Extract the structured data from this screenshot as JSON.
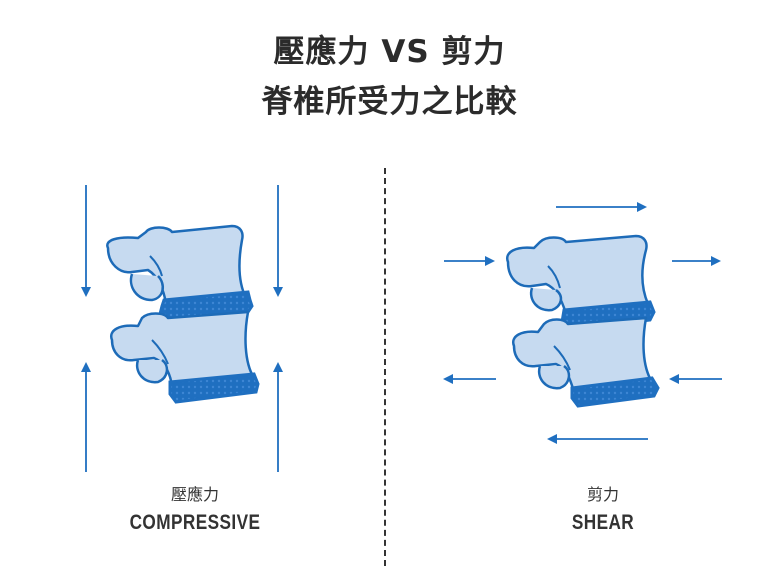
{
  "title": {
    "line1": "壓應力 VS 剪力",
    "line2": "脊椎所受力之比較"
  },
  "panels": {
    "compressive": {
      "label_zh": "壓應力",
      "label_en": "COMPRESSIVE"
    },
    "shear": {
      "label_zh": "剪力",
      "label_en": "SHEAR"
    }
  },
  "colors": {
    "bone_fill": "#c6daf0",
    "bone_stroke": "#1d6bb8",
    "disc": "#1f6fc0",
    "arrow": "#1f6fc0",
    "divider": "#333333"
  }
}
